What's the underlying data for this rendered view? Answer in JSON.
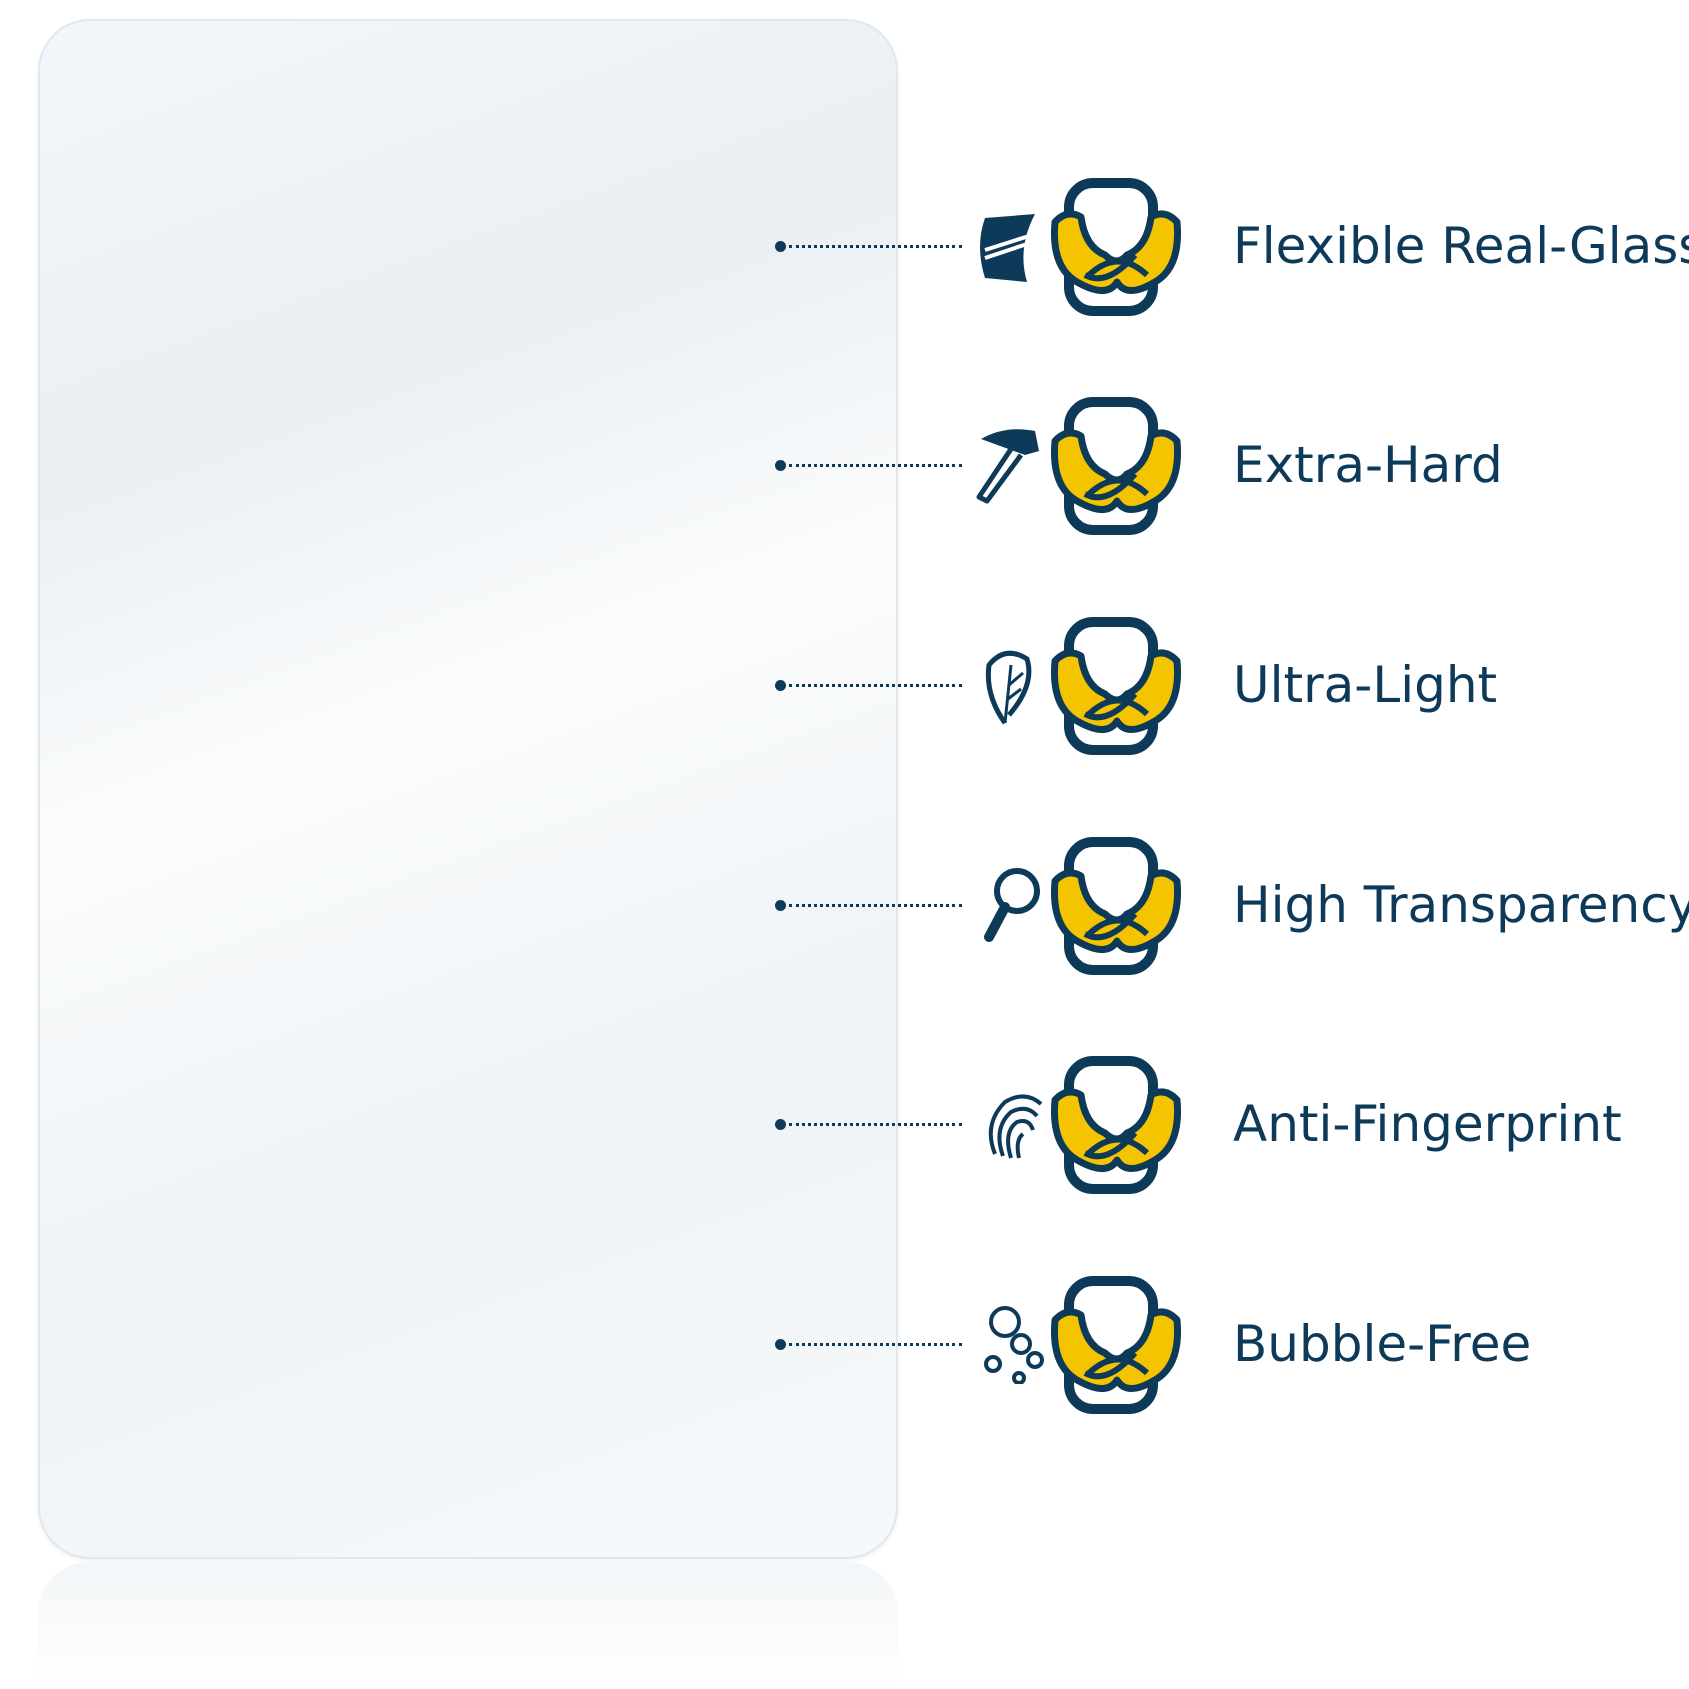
{
  "colors": {
    "navy": "#0e3a5a",
    "yellow": "#f5c400"
  },
  "features": [
    {
      "label": "Flexible Real-Glass",
      "icon": "flexible-glass-icon"
    },
    {
      "label": "Extra-Hard",
      "icon": "hammer-icon"
    },
    {
      "label": "Ultra-Light",
      "icon": "feather-icon"
    },
    {
      "label": "High Transparency",
      "icon": "magnifier-icon"
    },
    {
      "label": "Anti-Fingerprint",
      "icon": "fingerprint-icon"
    },
    {
      "label": "Bubble-Free",
      "icon": "bubbles-icon"
    }
  ]
}
